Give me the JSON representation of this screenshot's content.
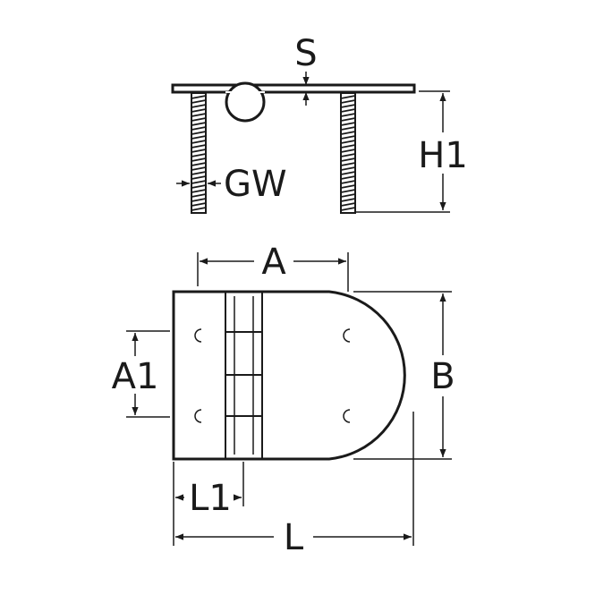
{
  "diagram": {
    "labels": {
      "s": "S",
      "h1": "H1",
      "gw": "GW",
      "a": "A",
      "a1": "A1",
      "b": "B",
      "l1": "L1",
      "l": "L"
    },
    "colors": {
      "line": "#1a1a1a",
      "background": "#ffffff"
    }
  }
}
